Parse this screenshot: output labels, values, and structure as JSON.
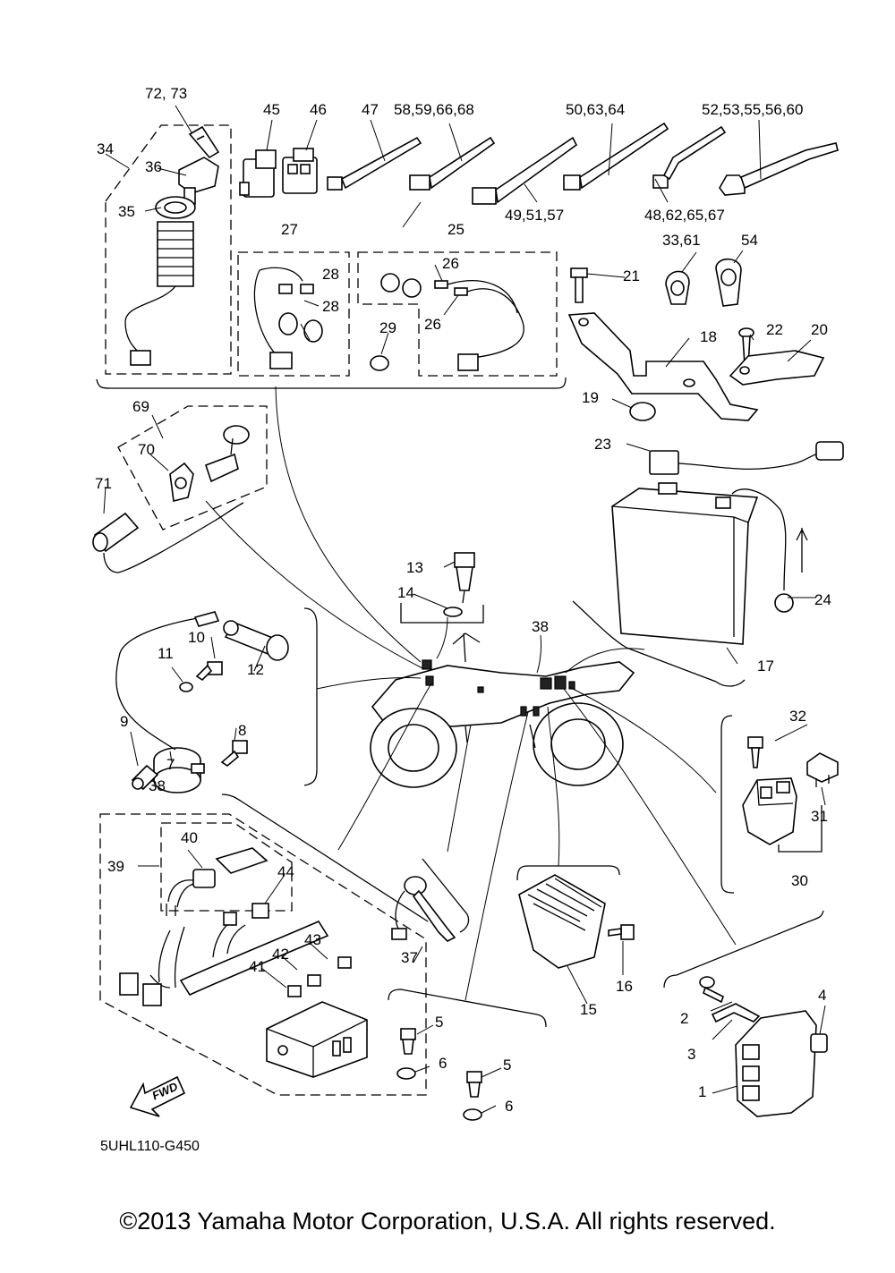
{
  "diagram": {
    "part_code": "5UHL110-G450",
    "copyright": "©2013 Yamaha Motor Corporation, U.S.A. All rights reserved.",
    "fwd_label": "FWD",
    "callouts": {
      "c1": "1",
      "c2": "2",
      "c3": "3",
      "c4": "4",
      "c5a": "5",
      "c5b": "5",
      "c6a": "6",
      "c6b": "6",
      "c7": "7",
      "c8": "8",
      "c9": "9",
      "c10": "10",
      "c11": "11",
      "c12": "12",
      "c13": "13",
      "c14": "14",
      "c15": "15",
      "c16": "16",
      "c17": "17",
      "c18": "18",
      "c19": "19",
      "c20": "20",
      "c21": "21",
      "c22": "22",
      "c23": "23",
      "c24": "24",
      "c25": "25",
      "c26a": "26",
      "c26b": "26",
      "c27": "27",
      "c28a": "28",
      "c28b": "28",
      "c29": "29",
      "c30": "30",
      "c31": "31",
      "c32": "32",
      "c33_61": "33,61",
      "c34": "34",
      "c35": "35",
      "c36": "36",
      "c37": "37",
      "c38a": "38",
      "c38b": "38",
      "c39": "39",
      "c40": "40",
      "c41": "41",
      "c42": "42",
      "c43": "43",
      "c44": "44",
      "c45": "45",
      "c46": "46",
      "c47": "47",
      "c48_62_65_67": "48,62,65,67",
      "c49_51_57": "49,51,57",
      "c50_63_64": "50,63,64",
      "c52_53_55_56_60": "52,53,55,56,60",
      "c54": "54",
      "c58_59_66_68": "58,59,66,68",
      "c69": "69",
      "c70": "70",
      "c71": "71",
      "c72_73": "72, 73"
    }
  }
}
